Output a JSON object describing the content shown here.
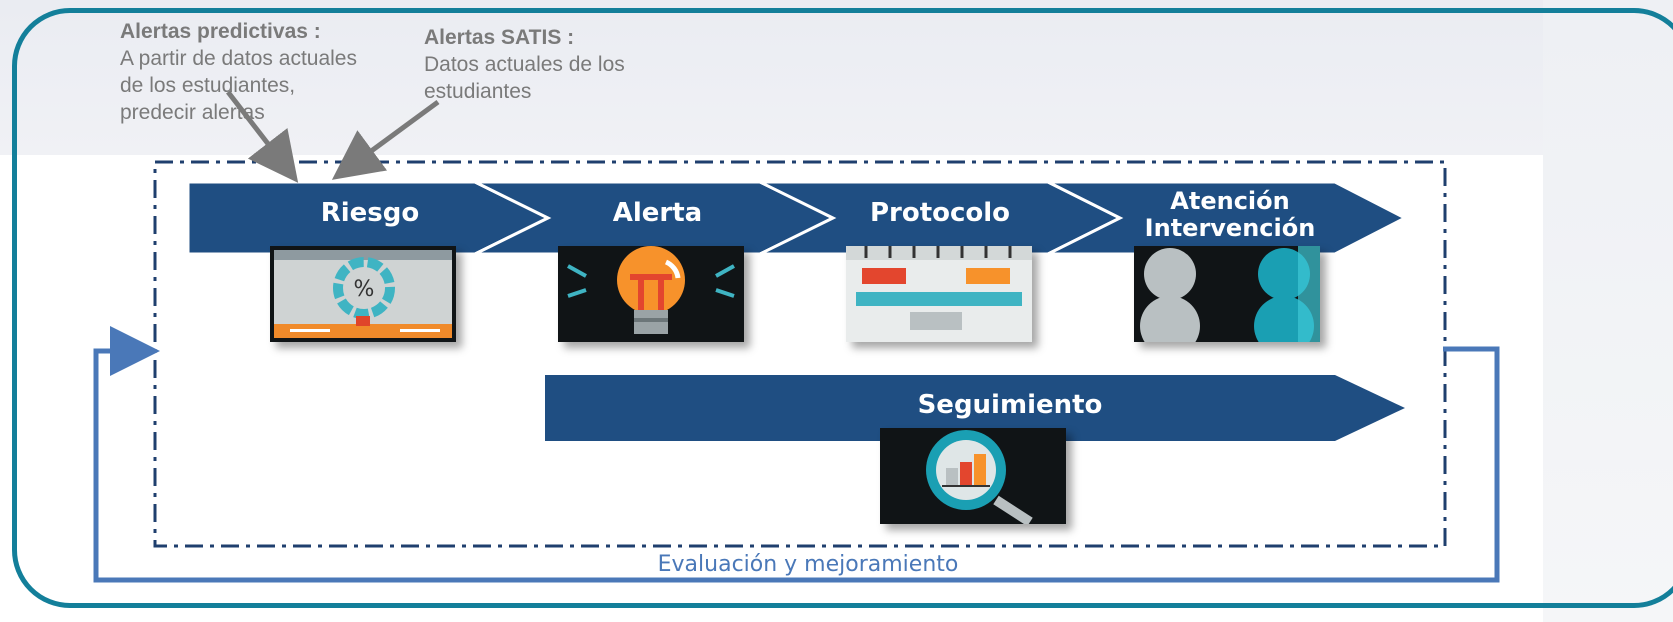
{
  "notes": {
    "predictivas": {
      "title": "Alertas predictivas :",
      "body": "A partir de datos actuales de los estudiantes, predecir alertas"
    },
    "satis": {
      "title": "Alertas SATIS :",
      "body": "Datos actuales de los estudiantes"
    }
  },
  "steps": {
    "riesgo": "Riesgo",
    "alerta": "Alerta",
    "protocolo": "Protocolo",
    "atencion_line1": "Atención",
    "atencion_line2": "Intervención",
    "seguimiento": "Seguimiento"
  },
  "loop_label": "Evaluación y mejoramiento",
  "icons": {
    "riesgo": "percentage-chart-icon",
    "alerta": "light-bulb-icon",
    "protocolo": "calendar-icon",
    "atencion": "people-icon",
    "seguimiento": "magnifier-bar-chart-icon"
  },
  "colors": {
    "frame": "#137f9a",
    "chevron": "#1f4e82",
    "loop_arrow": "#4a78b8",
    "note_text": "#7a7a7a"
  }
}
